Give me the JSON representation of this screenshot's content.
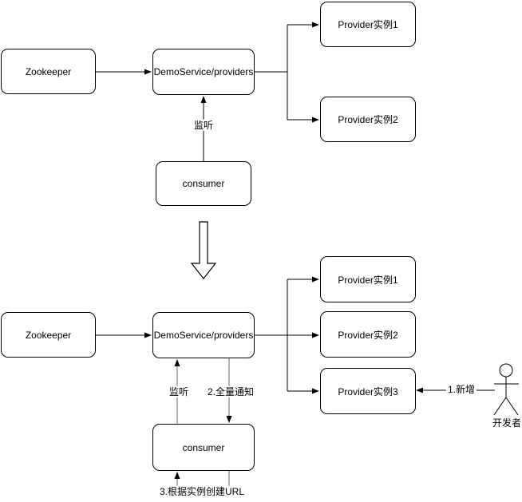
{
  "colors": {
    "background": "#ffffff",
    "box_border": "#000000",
    "connector_black": "#000000",
    "connector_gray": "#666666",
    "text": "#000000"
  },
  "top_diagram": {
    "zookeeper_label": "Zookeeper",
    "registry_label": "DemoService/providers",
    "consumer_label": "consumer",
    "providers": [
      "Provider实例1",
      "Provider实例2"
    ],
    "listen_label": "监听"
  },
  "bottom_diagram": {
    "zookeeper_label": "Zookeeper",
    "registry_label": "DemoService/providers",
    "consumer_label": "consumer",
    "providers": [
      "Provider实例1",
      "Provider实例2",
      "Provider实例3"
    ],
    "listen_label": "监听",
    "notify_label": "2.全量通知",
    "add_label": "1.新增",
    "create_url_label": "3.根据实例创建URL",
    "developer_label": "开发者"
  }
}
